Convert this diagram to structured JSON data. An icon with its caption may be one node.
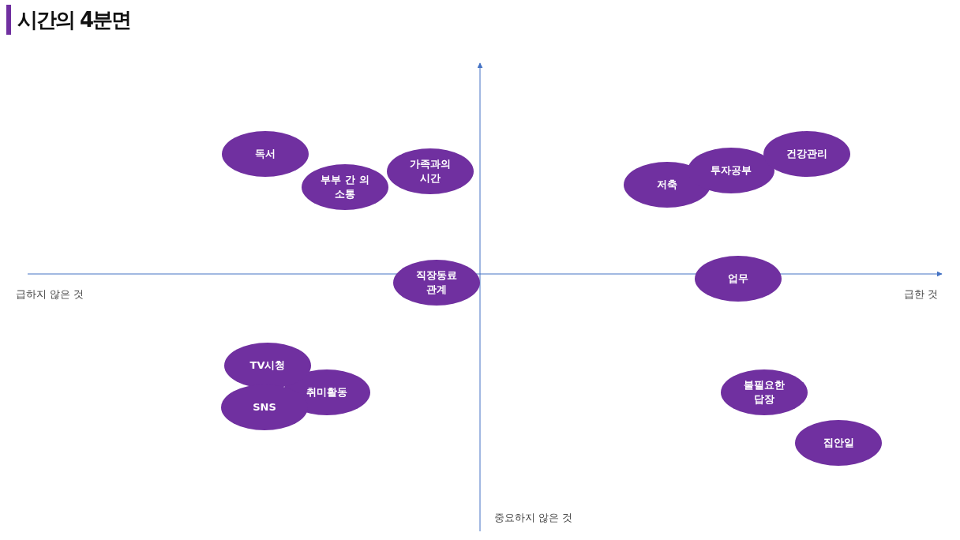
{
  "diagram": {
    "title": "시간의 4분면",
    "nodes": [
      {
        "text": [
          "독서"
        ]
      },
      {
        "text": [
          "부부 간 의 소통"
        ]
      },
      {
        "text": [
          "가족과의 시간"
        ]
      },
      {
        "text": [
          "저축"
        ]
      },
      {
        "text": [
          "투자공부"
        ]
      },
      {
        "text": [
          "건강관리"
        ]
      },
      {
        "text": [
          "직장동료 관계"
        ]
      },
      {
        "text": [
          "업무"
        ]
      },
      {
        "text": [
          "TV시청"
        ]
      },
      {
        "text": [
          "취미활동"
        ]
      },
      {
        "text": [
          "SNS"
        ]
      },
      {
        "text": [
          "불필요한 답장"
        ]
      },
      {
        "text": [
          "집안일"
        ]
      }
    ],
    "labels": [
      "급하지 않은 것",
      "급한 것",
      "중요하지 않은 것"
    ]
  }
}
